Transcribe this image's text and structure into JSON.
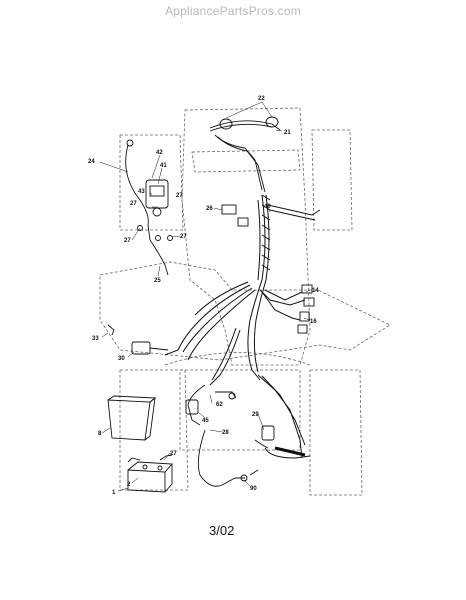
{
  "watermark": "AppliancePartsPros.com",
  "footer": {
    "date": "3/02"
  },
  "callouts": {
    "c22": "22",
    "c21": "21",
    "c24": "24",
    "c42": "42",
    "c41": "41",
    "c43": "43",
    "c27a": "27",
    "c27b": "27",
    "c27c": "27",
    "c27d": "27",
    "c26": "26",
    "c40": "40",
    "c14": "14",
    "c16": "16",
    "c25": "25",
    "c33": "33",
    "c30": "30",
    "c62": "62",
    "c45": "45",
    "c8": "8",
    "c29": "29",
    "c28": "28",
    "c2": "2",
    "c27e": "27",
    "c1": "1",
    "c90": "90"
  },
  "colors": {
    "line": "#111111",
    "phantom": "#666666",
    "watermark": "#b9b9b9"
  }
}
